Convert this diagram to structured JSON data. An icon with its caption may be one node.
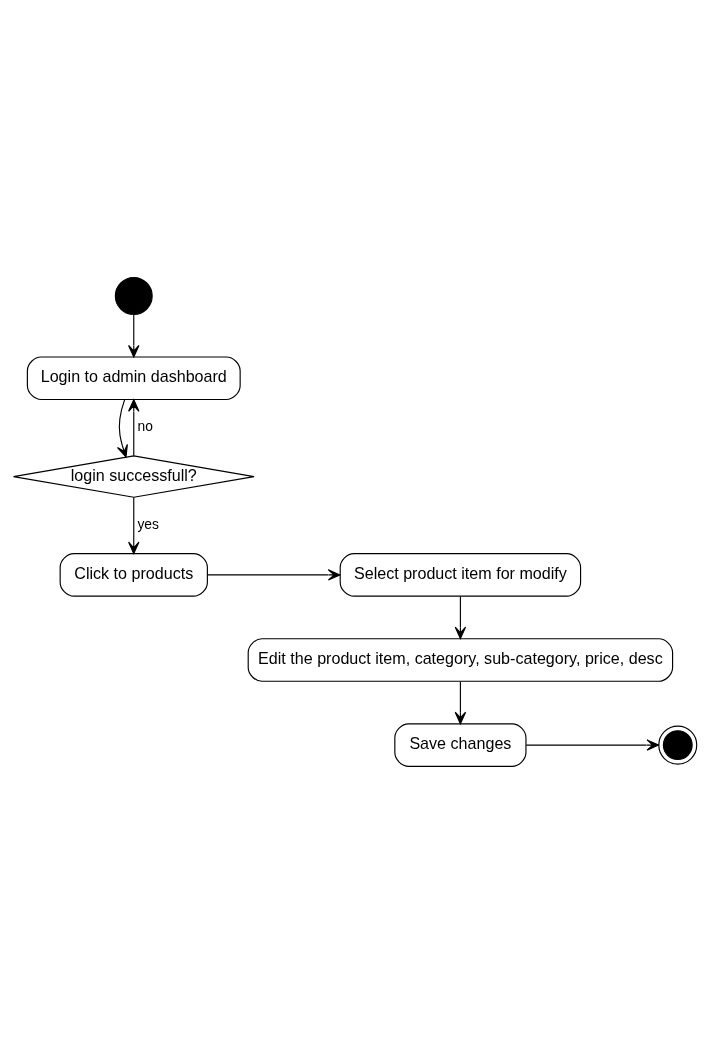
{
  "diagram": {
    "nodes": [
      {
        "text": [],
        "shape": "circle"
      },
      {
        "text": [
          "Login to admin dashboard"
        ]
      },
      {
        "text": [
          "login successfull?"
        ]
      },
      {
        "text": [
          "Click to products"
        ]
      },
      {
        "text": [
          "Select product item for modify"
        ]
      },
      {
        "text": [
          "Edit the product item, category, sub-category, price, desc"
        ]
      },
      {
        "text": [
          "Save changes"
        ]
      },
      {
        "text": [],
        "shape": "bullseye"
      }
    ],
    "edges": [
      {
        "from": 0,
        "to": 1,
        "arrow": "to"
      },
      {
        "from": 1,
        "to": 2,
        "arrow": "to"
      },
      {
        "from": 2,
        "to": 1,
        "arrow": "to",
        "label": "no"
      },
      {
        "from": 2,
        "to": 3,
        "arrow": "to",
        "label": "yes"
      },
      {
        "from": 3,
        "to": 4,
        "arrow": "to"
      },
      {
        "from": 4,
        "to": 5,
        "arrow": "to"
      },
      {
        "from": 5,
        "to": 6,
        "arrow": "to"
      },
      {
        "from": 6,
        "to": 7,
        "arrow": "to"
      }
    ]
  }
}
